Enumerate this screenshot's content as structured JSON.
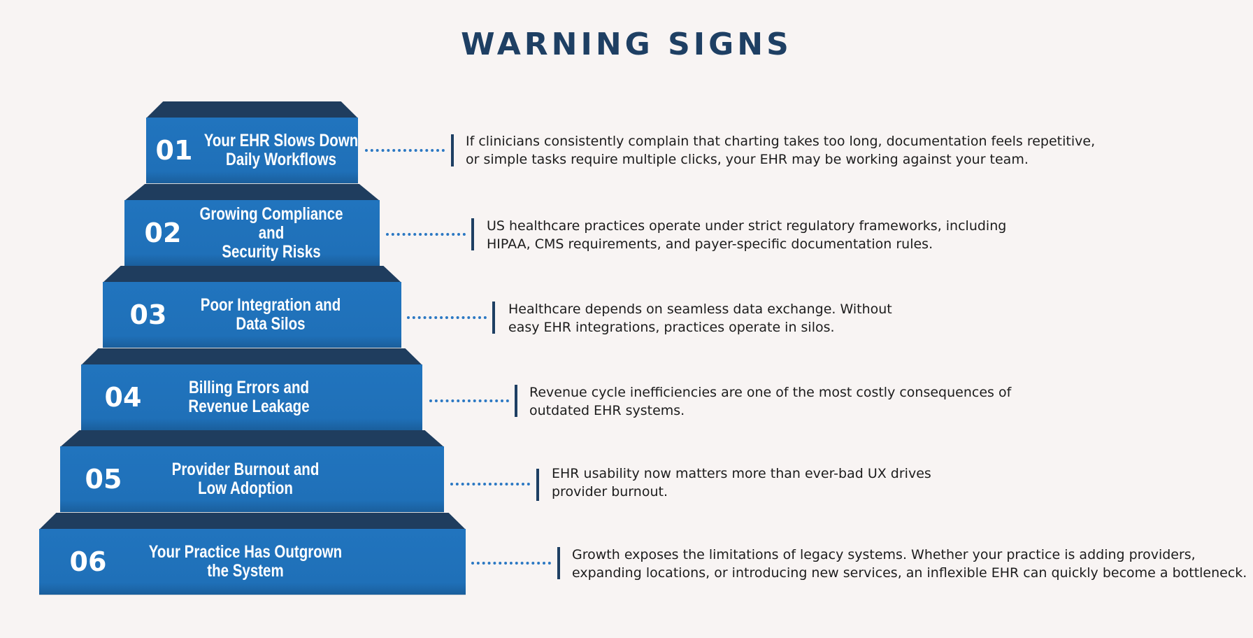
{
  "title": "WARNING SIGNS",
  "colors": {
    "background": "#f8f4f3",
    "step_face": "#2174be",
    "step_top": "#1f3d5e",
    "title": "#1e3f63",
    "connector": "#2b78c3"
  },
  "steps": [
    {
      "number": "01",
      "label": "Your EHR Slows Down\nDaily Workflows",
      "description": "If clinicians consistently complain that charting takes too long, documentation feels repetitive,\nor simple tasks require multiple clicks, your EHR may be working against your team."
    },
    {
      "number": "02",
      "label": "Growing Compliance and\nSecurity Risks",
      "description": "US healthcare practices operate under strict regulatory frameworks, including\nHIPAA, CMS requirements, and payer-specific documentation rules."
    },
    {
      "number": "03",
      "label": "Poor Integration and\nData Silos",
      "description": "Healthcare depends on seamless data exchange. Without\neasy EHR integrations, practices operate in silos."
    },
    {
      "number": "04",
      "label": "Billing Errors and\nRevenue Leakage",
      "description": "Revenue cycle inefficiencies are one of the most costly consequences of\noutdated EHR systems."
    },
    {
      "number": "05",
      "label": "Provider Burnout and\nLow Adoption",
      "description": "EHR usability now matters more than ever-bad UX drives\nprovider burnout."
    },
    {
      "number": "06",
      "label": "Your Practice Has Outgrown\nthe System",
      "description": "Growth exposes the limitations of legacy systems. Whether your practice is adding providers,\nexpanding locations, or introducing new services, an inflexible EHR can quickly become a bottleneck."
    }
  ]
}
